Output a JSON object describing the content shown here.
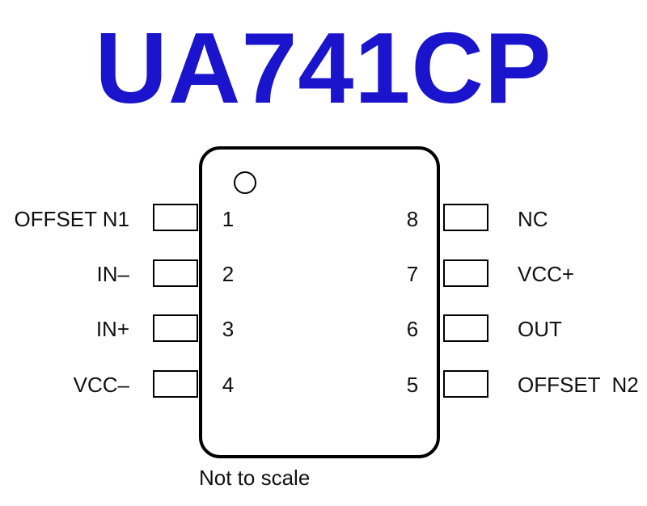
{
  "title": "UA741CP",
  "title_color": "#1a14cc",
  "note": "Not to scale",
  "pins": {
    "left": [
      {
        "number": "1",
        "label": "OFFSET N1"
      },
      {
        "number": "2",
        "label": "IN–"
      },
      {
        "number": "3",
        "label": "IN+"
      },
      {
        "number": "4",
        "label": "VCC–"
      }
    ],
    "right": [
      {
        "number": "8",
        "label": "NC"
      },
      {
        "number": "7",
        "label": "VCC+"
      },
      {
        "number": "6",
        "label": "OUT"
      },
      {
        "number": "5",
        "label": "OFFSET  N2"
      }
    ]
  }
}
